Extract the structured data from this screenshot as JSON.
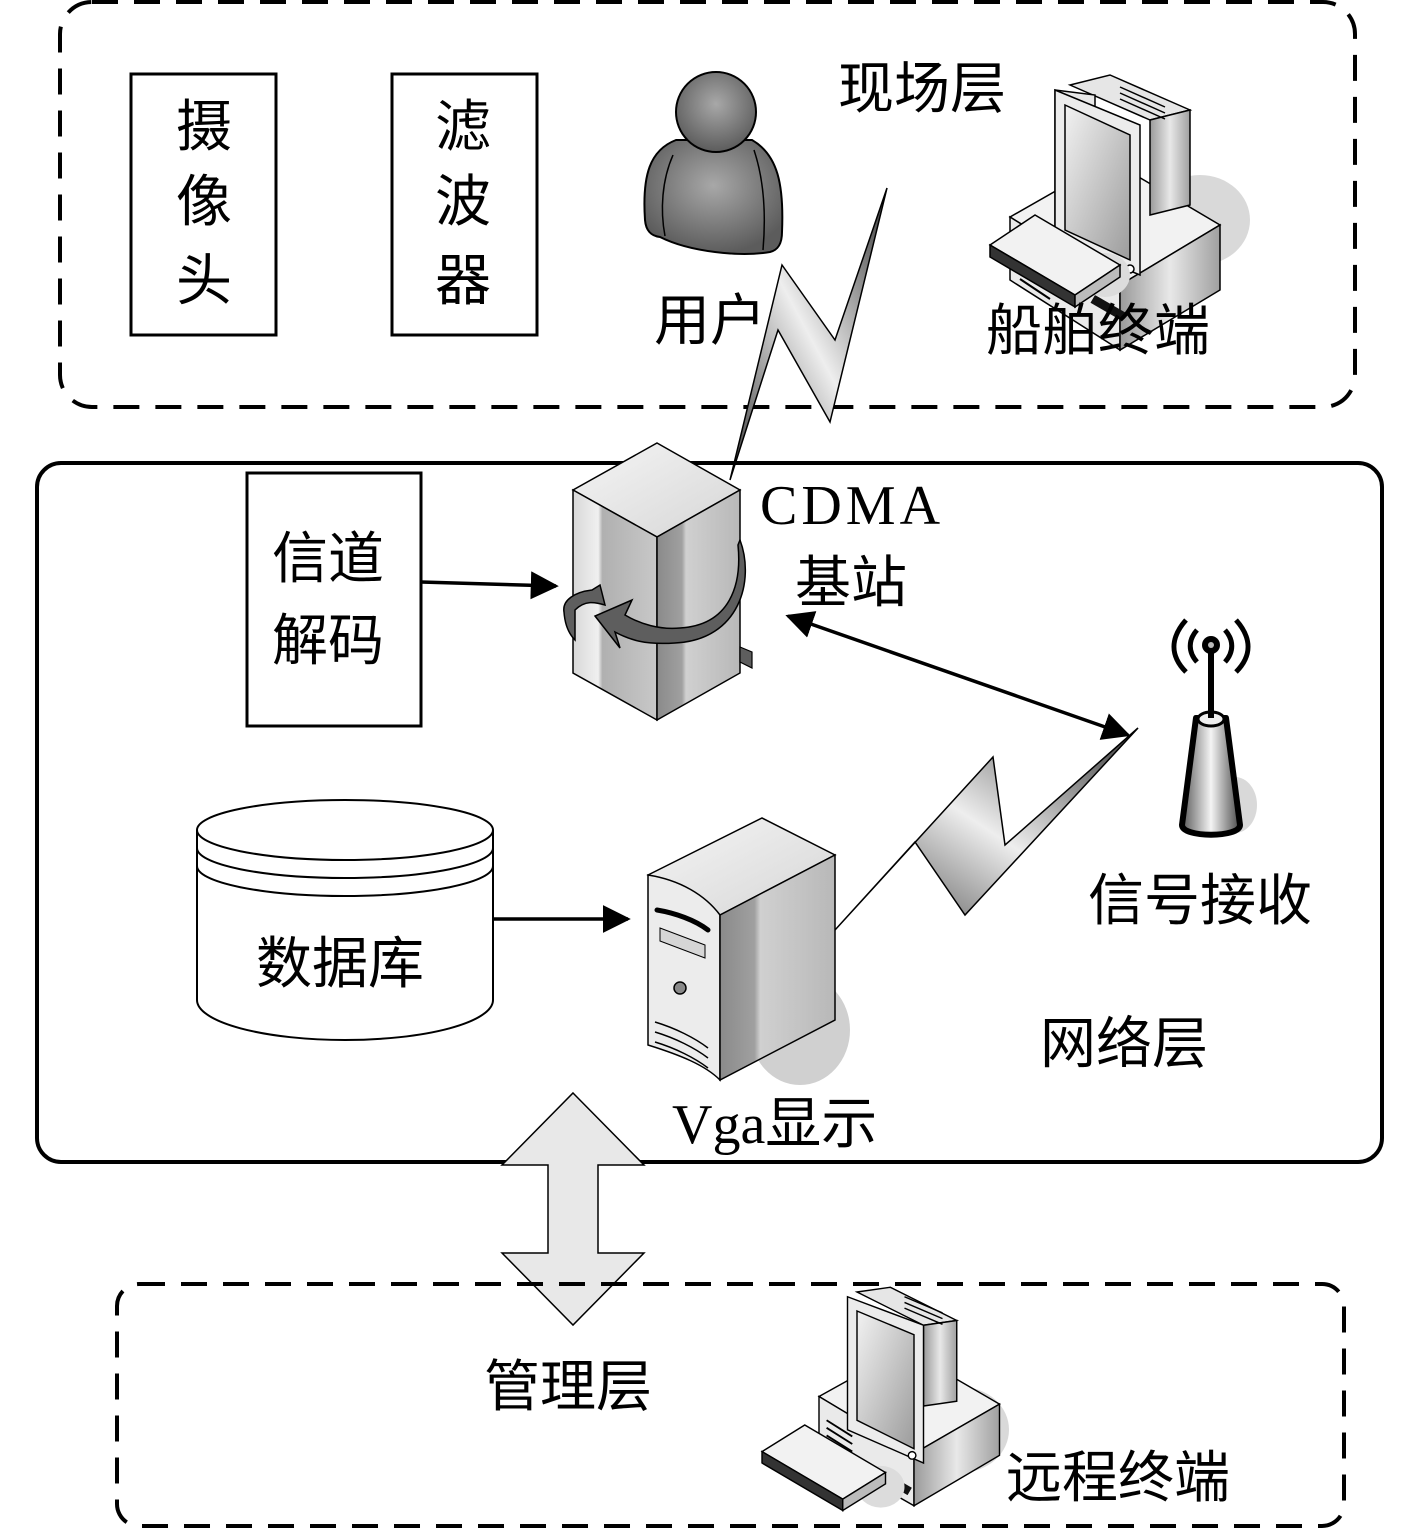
{
  "layers": {
    "field": {
      "title": "现场层",
      "camera": [
        "摄",
        "像",
        "头"
      ],
      "filter": [
        "滤",
        "波",
        "器"
      ],
      "user": "用户",
      "ship_terminal": "船舶终端"
    },
    "network": {
      "title": "网络层",
      "channel_decode": [
        "信道",
        "解码"
      ],
      "base_station": [
        "CDMA",
        "基站"
      ],
      "signal_receive": "信号接收",
      "database": "数据库",
      "vga_display": "Vga显示"
    },
    "management": {
      "title": "管理层",
      "remote_terminal": "远程终端"
    }
  },
  "icons": {
    "user": "person-icon",
    "ship_terminal": "desktop-computer-icon",
    "base_station": "base-station-tower-icon",
    "antenna": "antenna-signal-icon",
    "database": "database-cylinder-icon",
    "server": "server-tower-icon",
    "remote_terminal": "desktop-computer-icon",
    "wireless": "lightning-link-icon"
  }
}
